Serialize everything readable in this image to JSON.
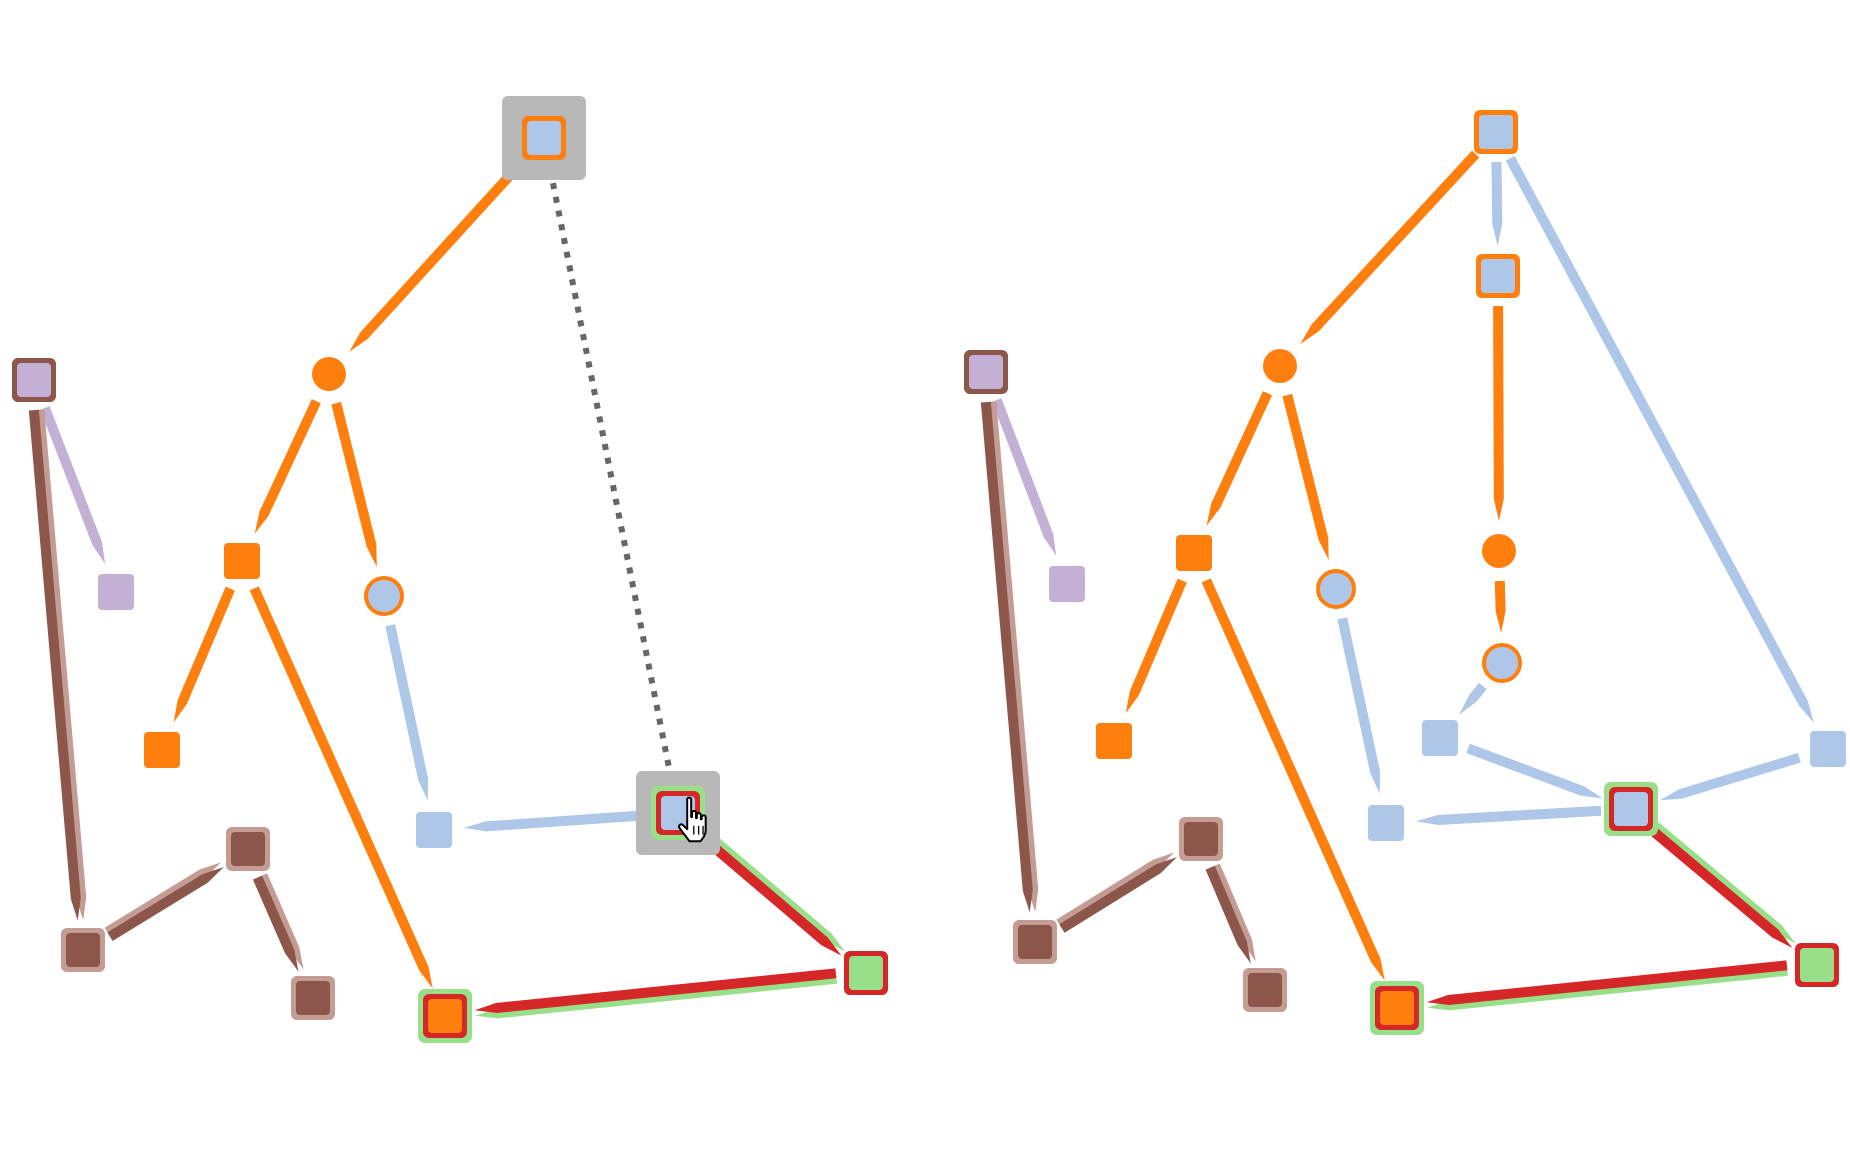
{
  "colors": {
    "orange": "#ff7f0e",
    "light_blue": "#aec7e8",
    "lavender": "#c5b0d5",
    "brown": "#8c564b",
    "tan": "#c49c94",
    "green": "#98df8a",
    "red": "#d62728",
    "selection_gray": "#b8b8b8",
    "dotted_line": "#666666"
  },
  "panels": [
    {
      "id": "before",
      "nodes": [
        {
          "id": "n1",
          "shape": "square",
          "fill": "light_blue",
          "border": "orange",
          "size": "large",
          "selected": true
        },
        {
          "id": "n2",
          "shape": "circle",
          "fill": "orange",
          "border": "orange",
          "size": "small"
        },
        {
          "id": "n3",
          "shape": "square",
          "fill": "orange",
          "border": "orange",
          "size": "medium"
        },
        {
          "id": "n4",
          "shape": "circle",
          "fill": "light_blue",
          "border": "orange",
          "size": "medium"
        },
        {
          "id": "n5",
          "shape": "square",
          "fill": "orange",
          "border": "orange",
          "size": "medium"
        },
        {
          "id": "n6",
          "shape": "square",
          "fill": "light_blue",
          "border": "light_blue",
          "size": "medium"
        },
        {
          "id": "n7",
          "shape": "square",
          "fill": "light_blue",
          "border": "red",
          "halo": "green",
          "size": "large",
          "selected": true,
          "cursor": "hand-pointer"
        },
        {
          "id": "n8",
          "shape": "square",
          "fill": "orange",
          "border": "red",
          "halo": "green",
          "size": "large"
        },
        {
          "id": "n9",
          "shape": "square",
          "fill": "green",
          "border": "red",
          "size": "large"
        },
        {
          "id": "n10",
          "shape": "square",
          "fill": "lavender",
          "border": "brown",
          "size": "large"
        },
        {
          "id": "n11",
          "shape": "square",
          "fill": "lavender",
          "border": "lavender",
          "size": "medium"
        },
        {
          "id": "n12",
          "shape": "square",
          "fill": "brown",
          "border": "tan",
          "size": "large"
        },
        {
          "id": "n13",
          "shape": "square",
          "fill": "brown",
          "border": "tan",
          "size": "large"
        },
        {
          "id": "n14",
          "shape": "square",
          "fill": "brown",
          "border": "tan",
          "size": "large"
        }
      ],
      "edges": [
        {
          "from": "n1",
          "to": "n2",
          "color": "orange"
        },
        {
          "from": "n2",
          "to": "n3",
          "color": "orange"
        },
        {
          "from": "n2",
          "to": "n4",
          "color": "orange"
        },
        {
          "from": "n3",
          "to": "n5",
          "color": "orange"
        },
        {
          "from": "n3",
          "to": "n8",
          "color": "orange"
        },
        {
          "from": "n4",
          "to": "n6",
          "color": "light_blue"
        },
        {
          "from": "n7",
          "to": "n6",
          "color": "light_blue"
        },
        {
          "from": "n7",
          "to": "n9",
          "colors": [
            "green",
            "red"
          ]
        },
        {
          "from": "n9",
          "to": "n8",
          "colors": [
            "green",
            "red"
          ]
        },
        {
          "from": "n10",
          "to": "n11",
          "color": "lavender"
        },
        {
          "from": "n10",
          "to": "n12",
          "colors": [
            "tan",
            "brown"
          ]
        },
        {
          "from": "n12",
          "to": "n13",
          "colors": [
            "tan",
            "brown"
          ]
        },
        {
          "from": "n13",
          "to": "n14",
          "colors": [
            "tan",
            "brown"
          ]
        },
        {
          "from": "n1",
          "to": "n7",
          "style": "dotted",
          "color": "dotted_line"
        }
      ]
    },
    {
      "id": "after",
      "nodes": [
        {
          "id": "m1",
          "shape": "square",
          "fill": "light_blue",
          "border": "orange",
          "size": "large"
        },
        {
          "id": "m2",
          "shape": "square",
          "fill": "light_blue",
          "border": "orange",
          "size": "large"
        },
        {
          "id": "m3",
          "shape": "circle",
          "fill": "orange",
          "border": "orange",
          "size": "small"
        },
        {
          "id": "m4",
          "shape": "circle",
          "fill": "light_blue",
          "border": "orange",
          "size": "medium"
        },
        {
          "id": "m5",
          "shape": "square",
          "fill": "light_blue",
          "border": "light_blue",
          "size": "medium"
        },
        {
          "id": "m6",
          "shape": "square",
          "fill": "light_blue",
          "border": "light_blue",
          "size": "medium"
        },
        {
          "id": "m7",
          "shape": "circle",
          "fill": "orange",
          "border": "orange",
          "size": "small"
        },
        {
          "id": "m8",
          "shape": "square",
          "fill": "orange",
          "border": "orange",
          "size": "medium"
        },
        {
          "id": "m9",
          "shape": "circle",
          "fill": "light_blue",
          "border": "orange",
          "size": "medium"
        },
        {
          "id": "m10",
          "shape": "square",
          "fill": "orange",
          "border": "orange",
          "size": "medium"
        },
        {
          "id": "m11",
          "shape": "square",
          "fill": "light_blue",
          "border": "light_blue",
          "size": "medium"
        },
        {
          "id": "m12",
          "shape": "square",
          "fill": "light_blue",
          "border": "red",
          "halo": "green",
          "size": "large"
        },
        {
          "id": "m13",
          "shape": "square",
          "fill": "orange",
          "border": "red",
          "halo": "green",
          "size": "large"
        },
        {
          "id": "m14",
          "shape": "square",
          "fill": "green",
          "border": "red",
          "size": "large"
        },
        {
          "id": "m15",
          "shape": "square",
          "fill": "lavender",
          "border": "brown",
          "size": "large"
        },
        {
          "id": "m16",
          "shape": "square",
          "fill": "lavender",
          "border": "lavender",
          "size": "medium"
        },
        {
          "id": "m17",
          "shape": "square",
          "fill": "brown",
          "border": "tan",
          "size": "large"
        },
        {
          "id": "m18",
          "shape": "square",
          "fill": "brown",
          "border": "tan",
          "size": "large"
        },
        {
          "id": "m19",
          "shape": "square",
          "fill": "brown",
          "border": "tan",
          "size": "large"
        }
      ],
      "edges": [
        {
          "from": "m1",
          "to": "m7",
          "color": "orange"
        },
        {
          "from": "m1",
          "to": "m2",
          "color": "light_blue"
        },
        {
          "from": "m1",
          "to": "m6",
          "color": "light_blue"
        },
        {
          "from": "m2",
          "to": "m3",
          "color": "orange"
        },
        {
          "from": "m3",
          "to": "m4",
          "color": "orange"
        },
        {
          "from": "m4",
          "to": "m5",
          "color": "light_blue"
        },
        {
          "from": "m5",
          "to": "m12",
          "color": "light_blue"
        },
        {
          "from": "m6",
          "to": "m12",
          "color": "light_blue"
        },
        {
          "from": "m7",
          "to": "m8",
          "color": "orange"
        },
        {
          "from": "m7",
          "to": "m9",
          "color": "orange"
        },
        {
          "from": "m8",
          "to": "m10",
          "color": "orange"
        },
        {
          "from": "m8",
          "to": "m13",
          "color": "orange"
        },
        {
          "from": "m9",
          "to": "m11",
          "color": "light_blue"
        },
        {
          "from": "m12",
          "to": "m11",
          "color": "light_blue"
        },
        {
          "from": "m12",
          "to": "m14",
          "colors": [
            "green",
            "red"
          ]
        },
        {
          "from": "m14",
          "to": "m13",
          "colors": [
            "green",
            "red"
          ]
        },
        {
          "from": "m15",
          "to": "m16",
          "color": "lavender"
        },
        {
          "from": "m15",
          "to": "m17",
          "colors": [
            "tan",
            "brown"
          ]
        },
        {
          "from": "m17",
          "to": "m18",
          "colors": [
            "tan",
            "brown"
          ]
        },
        {
          "from": "m18",
          "to": "m19",
          "colors": [
            "tan",
            "brown"
          ]
        }
      ]
    }
  ]
}
